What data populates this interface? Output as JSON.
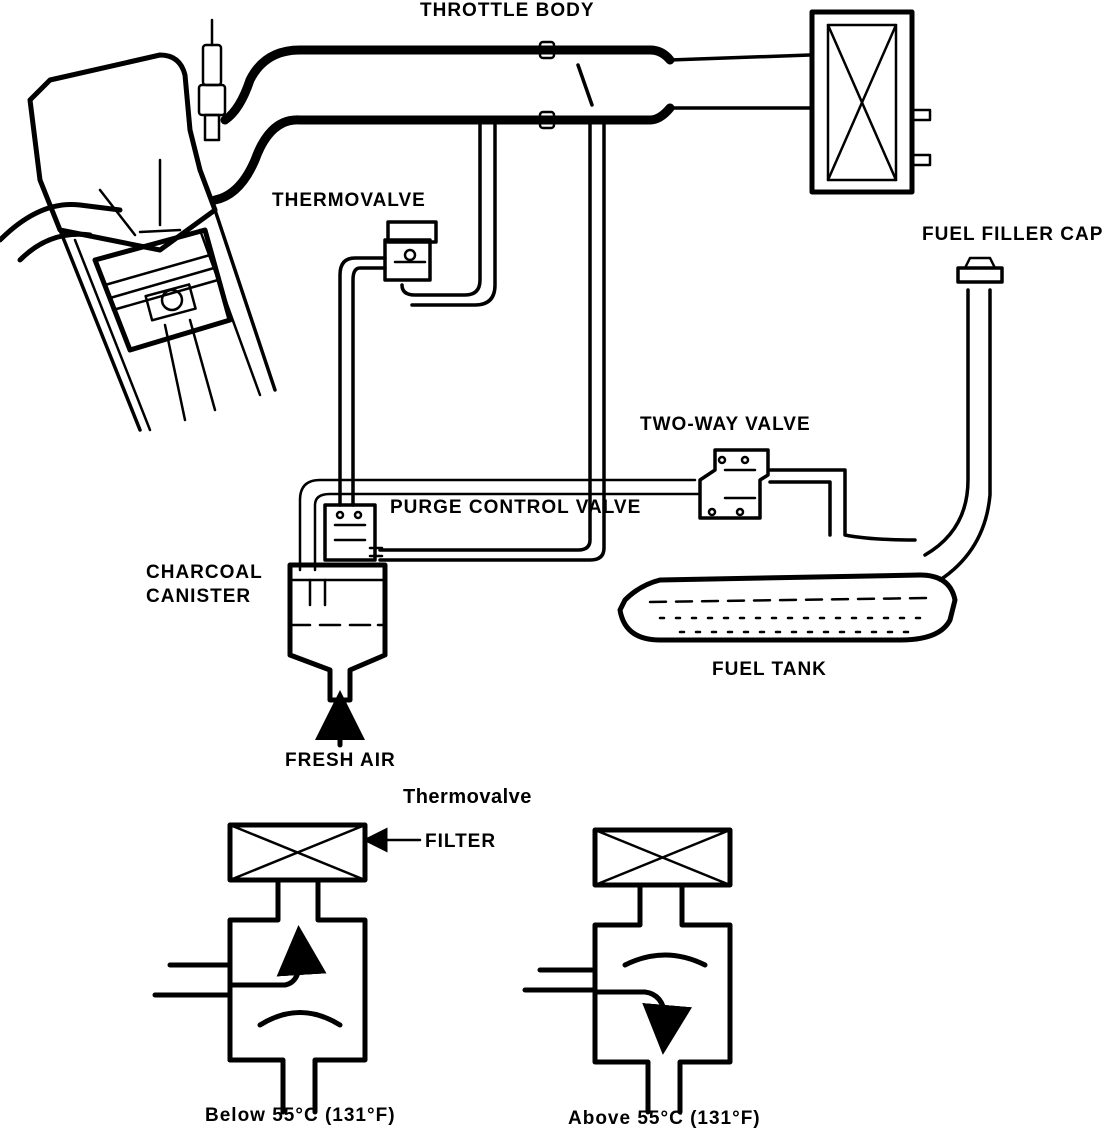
{
  "labels": {
    "throttle_body": "THROTTLE BODY",
    "thermovalve": "THERMOVALVE",
    "fuel_filler_cap": "FUEL FILLER CAP",
    "two_way_valve": "TWO-WAY VALVE",
    "purge_control_valve": "PURGE CONTROL VALVE",
    "charcoal_canister_line1": "CHARCOAL",
    "charcoal_canister_line2": "CANISTER",
    "fuel_tank": "FUEL TANK",
    "fresh_air": "FRESH AIR",
    "thermovalve_detail_title": "Thermovalve",
    "filter": "FILTER",
    "below_caption": "Below 55°C (131°F)",
    "above_caption": "Above 55°C (131°F)"
  },
  "icons": {
    "filter_pointer": "arrow-left-icon",
    "fresh_air_arrow": "arrow-up-icon"
  },
  "colors": {
    "ink": "#000000",
    "paper": "#ffffff"
  }
}
